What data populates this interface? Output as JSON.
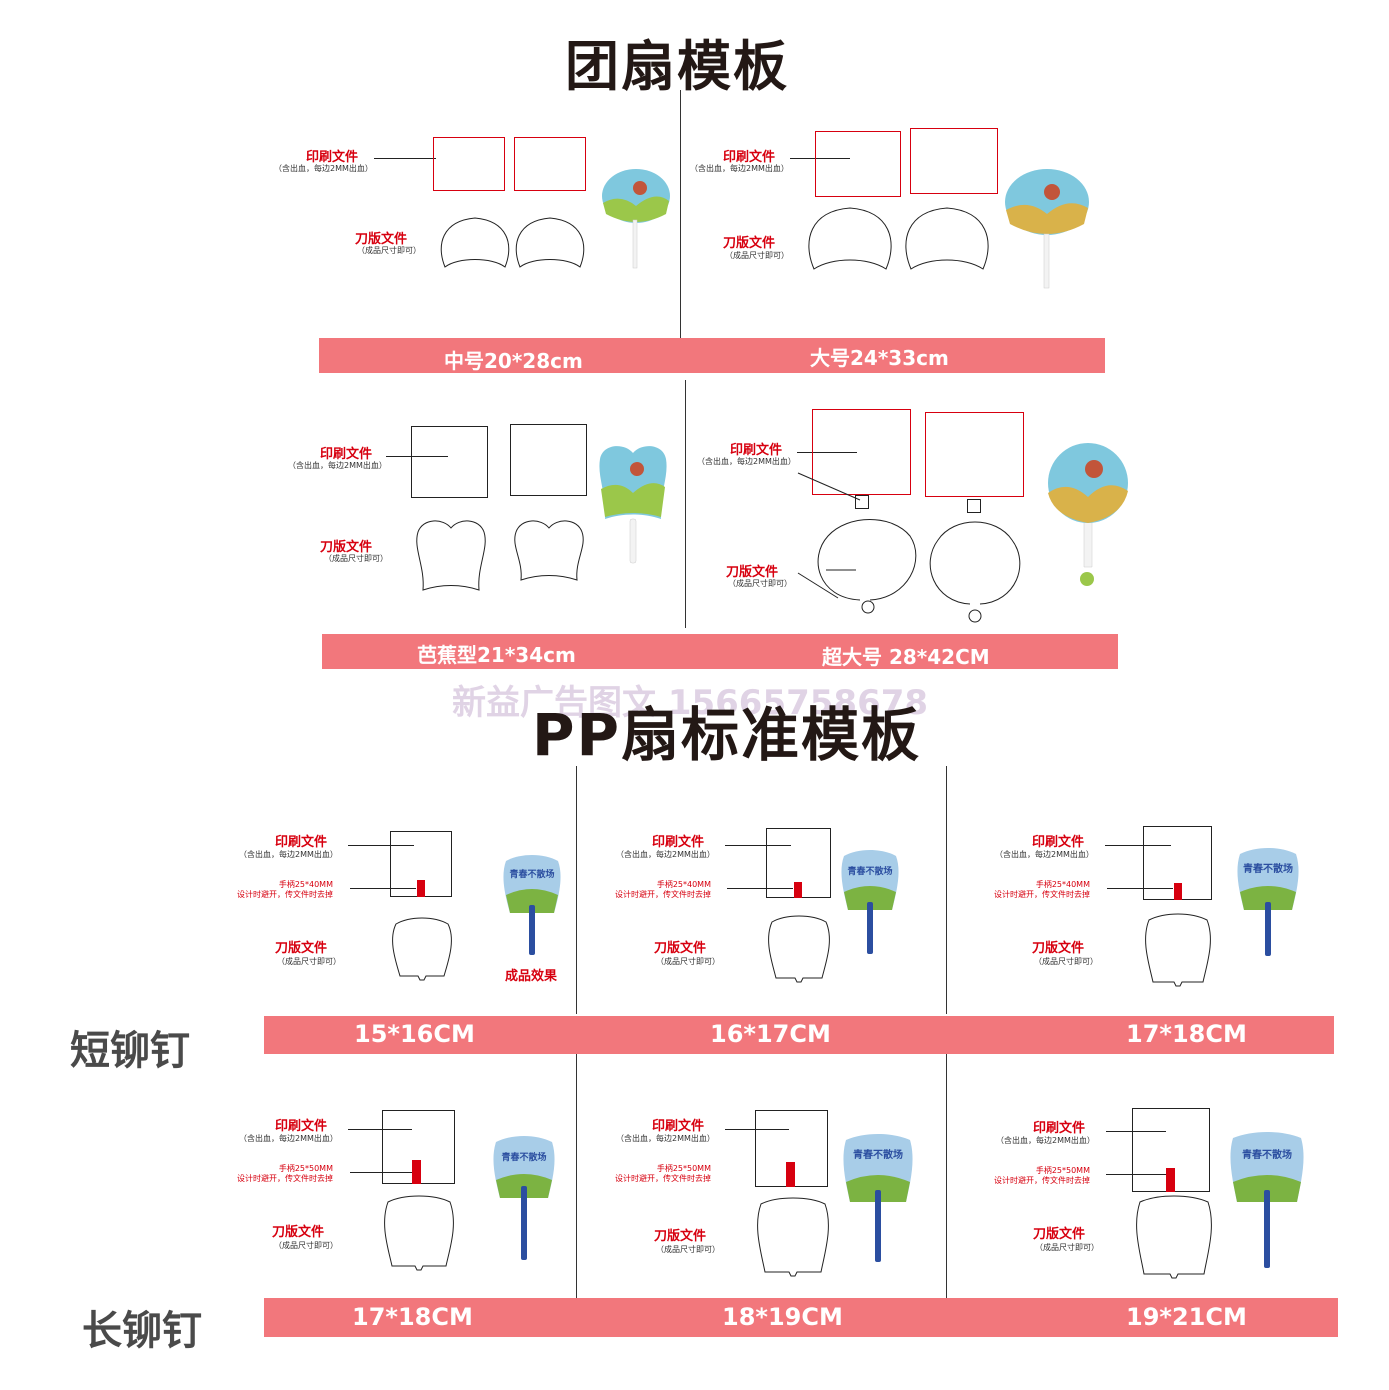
{
  "titles": {
    "round_fan": "团扇模板",
    "pp_fan": "PP扇标准模板"
  },
  "watermark": "新益广告图文 15665758678",
  "labels": {
    "print_file": "印刷文件",
    "print_note": "（含出血，每边2MM出血）",
    "die_file": "刀版文件",
    "die_note": "（成品尺寸即可）",
    "finished_effect": "成品效果",
    "handle_40": "手柄25*40MM",
    "handle_50": "手柄25*50MM",
    "handle_avoid": "设计时避开，传文件时去掉"
  },
  "round_fan_sizes": {
    "medium": "中号20*28cm",
    "large": "大号24*33cm",
    "banana": "芭蕉型21*34cm",
    "xlarge": "超大号 28*42CM"
  },
  "pp_rows": {
    "short_rivet": "短铆钉",
    "long_rivet": "长铆钉"
  },
  "pp_sizes_short": [
    "15*16CM",
    "16*17CM",
    "17*18CM"
  ],
  "pp_sizes_long": [
    "17*18CM",
    "18*19CM",
    "19*21CM"
  ],
  "fan_art_text": "青春不散场",
  "colors": {
    "band": "#f2777c",
    "label_red": "#d7000f",
    "title": "#231815",
    "handle_blue": "#2b4ea0"
  }
}
